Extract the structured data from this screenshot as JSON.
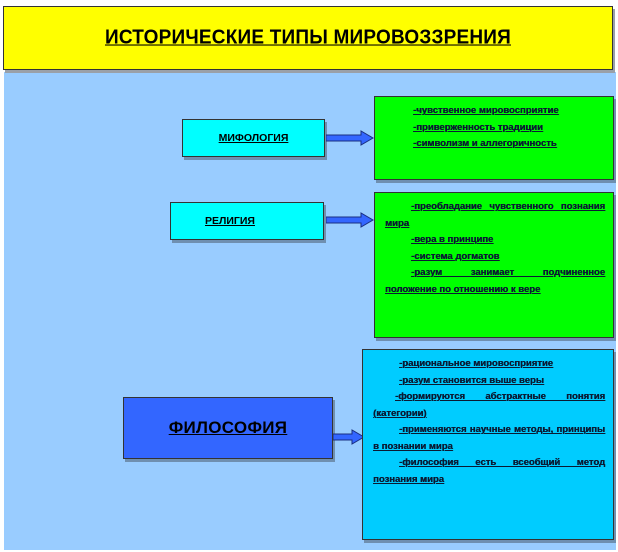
{
  "title": "ИСТОРИЧЕСКИЕ ТИПЫ МИРОВОЗЗРЕНИЯ",
  "types": {
    "mythology": {
      "label": "МИФОЛОГИЯ",
      "points": [
        "-чувственное мировосприятие",
        "-приверженность традиции",
        "-символизм и аллегоричность"
      ]
    },
    "religion": {
      "label": "РЕЛИГИЯ",
      "points": [
        "-преобладание чувственного познания мира",
        "-вера в принципе",
        "-система догматов",
        "-разум занимает подчиненное положение по отношению к вере"
      ]
    },
    "philosophy": {
      "label": "ФИЛОСОФИЯ",
      "points": [
        "-рациональное мировосприятие",
        "-разум становится выше веры",
        "-формируются абстрактные понятия (категории)",
        "-применяются научные методы, принципы в познании мира",
        "-философия есть всеобщий метод познания мира"
      ]
    }
  },
  "colors": {
    "title_bg": "#ffff00",
    "panel_bg": "#99ccff",
    "term_bg": "#00ffff",
    "philosophy_bg": "#3366ff",
    "desc_green": "#00ff00",
    "desc_cyan": "#00ccff",
    "arrow": "#3366ff"
  }
}
